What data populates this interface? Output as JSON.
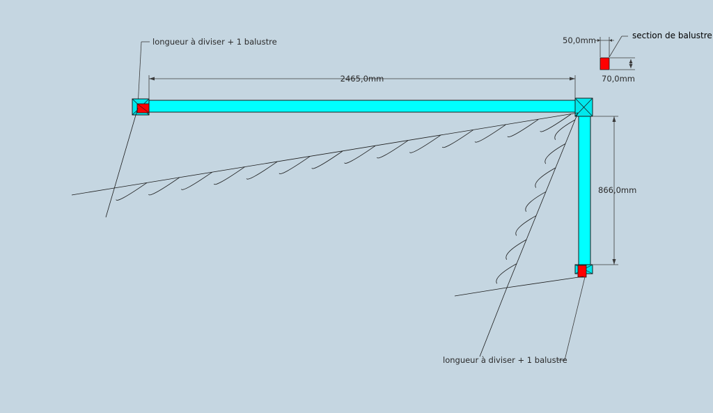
{
  "labels": {
    "rail_length": "2465,0mm",
    "return_length": "866,0mm",
    "baluster_width": "50,0mm",
    "baluster_depth": "70,0mm",
    "baluster_section": "section de balustre",
    "divide_note_top": "longueur à diviser + 1 balustre",
    "divide_note_bottom": "longueur à diviser + 1 balustre"
  },
  "colors": {
    "background": "#c5d6e1",
    "rail": "#00ffff",
    "baluster": "#ff0000",
    "line": "#1a1a1a",
    "dimension": "#3a3a3a"
  }
}
